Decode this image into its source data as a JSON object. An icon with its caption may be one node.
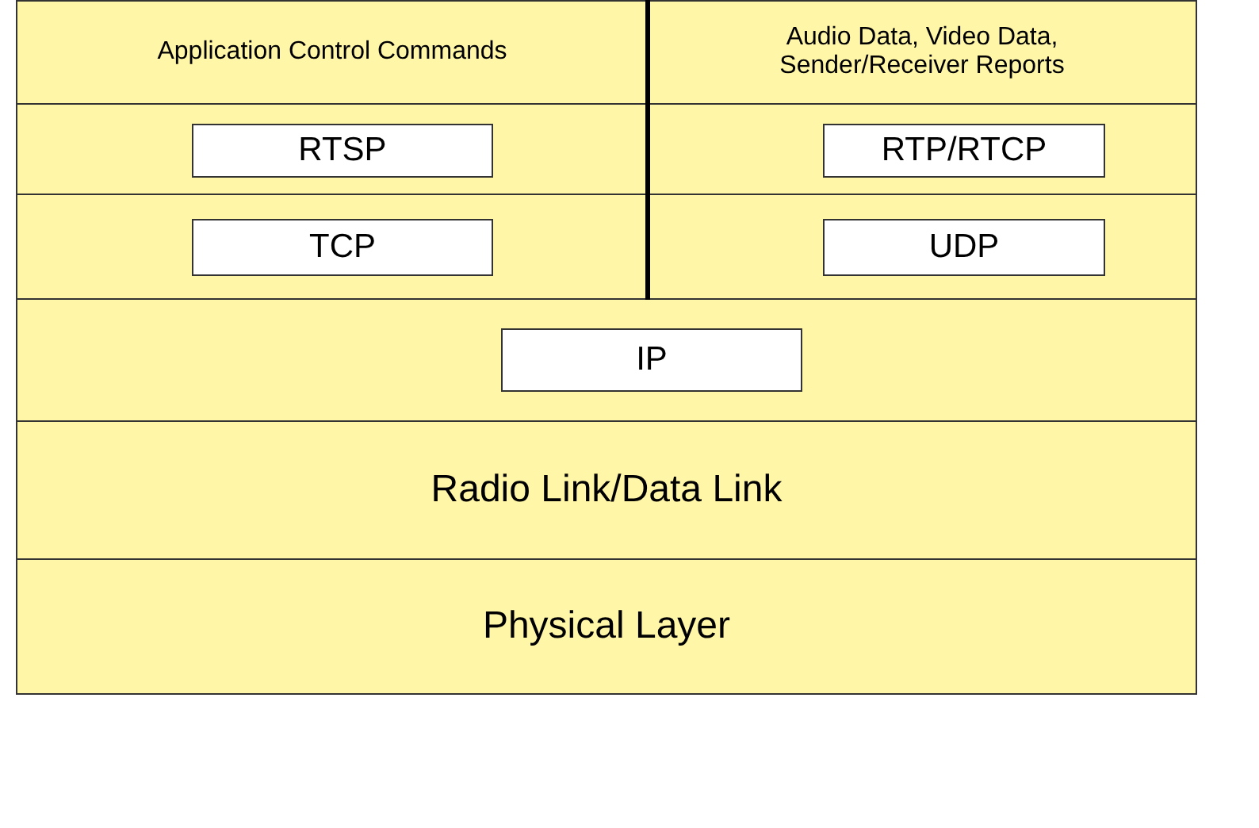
{
  "diagram": {
    "nodes": [
      {
        "text": [
          "Application Control Commands"
        ]
      },
      {
        "text": [
          "Audio Data, Video Data, Sender/Receiver Reports"
        ]
      },
      {
        "text": [],
        "shape": "band"
      },
      {
        "text": [
          "RTSP"
        ],
        "in": 2
      },
      {
        "text": [
          "RTP/RTCP"
        ],
        "in": 2
      },
      {
        "text": [],
        "shape": "band"
      },
      {
        "text": [
          "TCP"
        ],
        "in": 5
      },
      {
        "text": [
          "UDP"
        ],
        "in": 5
      },
      {
        "text": [],
        "shape": "band"
      },
      {
        "text": [
          "IP"
        ],
        "in": 8
      },
      {
        "text": [
          "Radio Link/Data Link"
        ]
      },
      {
        "text": [
          "Physical Layer"
        ]
      }
    ]
  }
}
